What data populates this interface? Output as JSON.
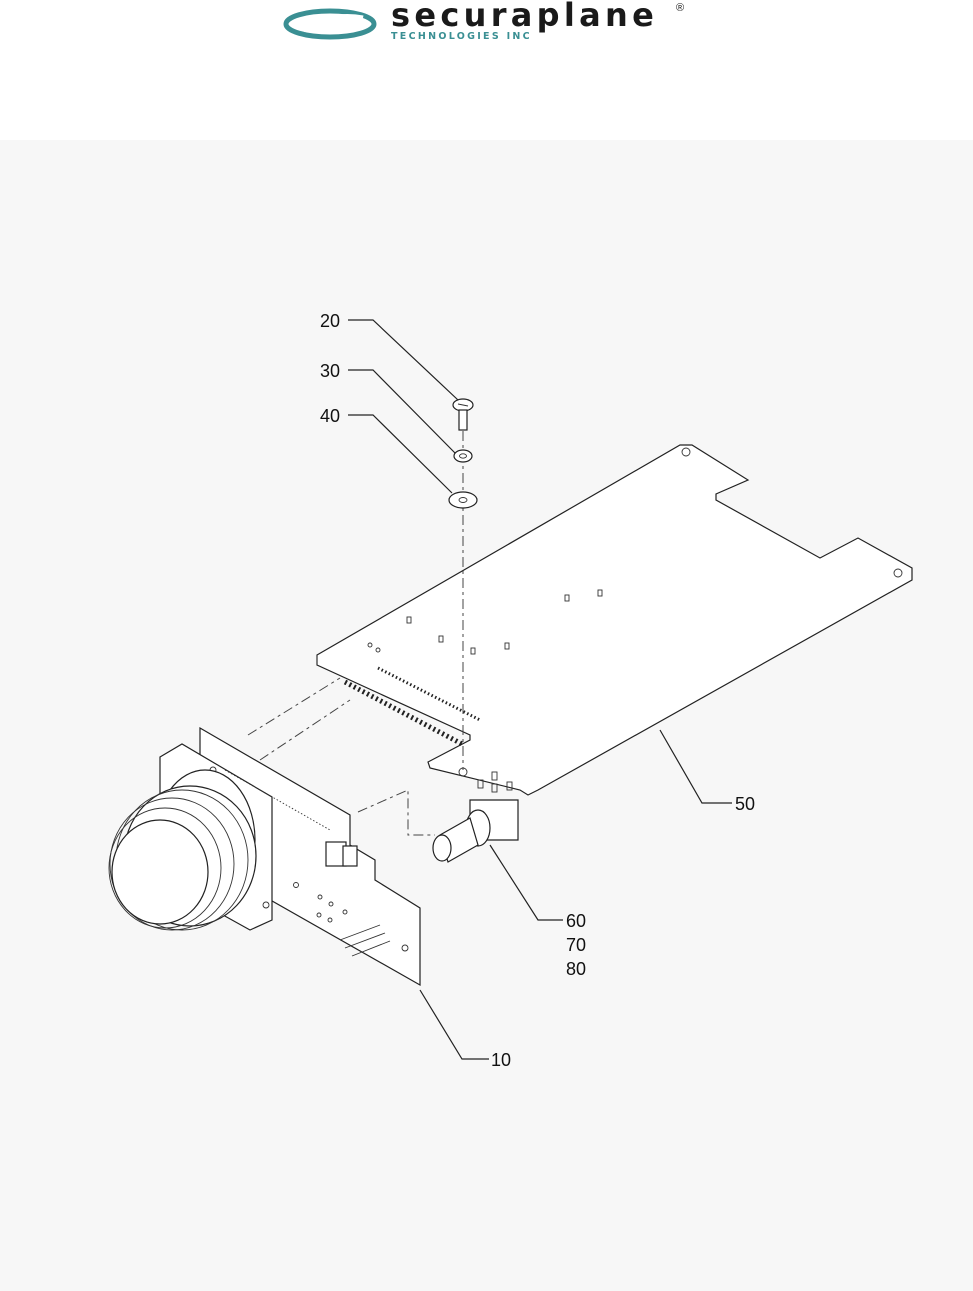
{
  "header": {
    "brand_name": "securaplane",
    "brand_registered_mark": "®",
    "brand_subtitle": "TECHNOLOGIES INC",
    "brand_color": "#3a8f93"
  },
  "diagram": {
    "background_color": "#f7f7f7",
    "callouts": [
      {
        "id": "20",
        "label": "20"
      },
      {
        "id": "30",
        "label": "30"
      },
      {
        "id": "40",
        "label": "40"
      },
      {
        "id": "50",
        "label": "50"
      },
      {
        "id": "60",
        "label": "60"
      },
      {
        "id": "70",
        "label": "70"
      },
      {
        "id": "80",
        "label": "80"
      },
      {
        "id": "10",
        "label": "10"
      }
    ]
  }
}
